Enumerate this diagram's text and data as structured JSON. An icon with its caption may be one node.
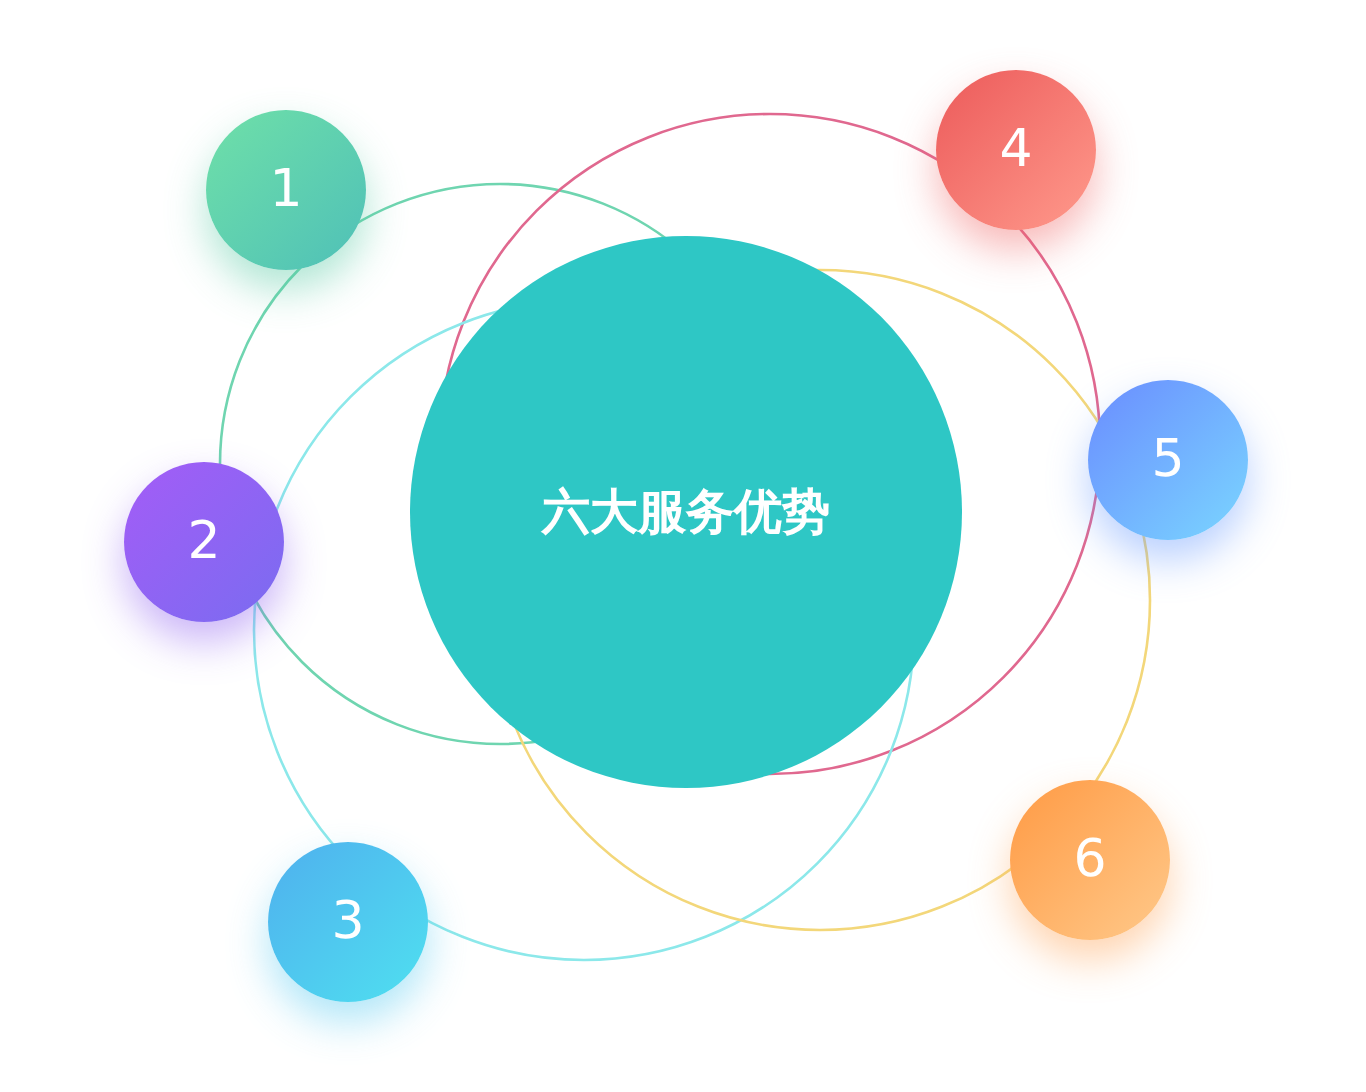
{
  "diagram": {
    "nodes": [
      {
        "text": [
          "六大服务优势"
        ]
      },
      {
        "text": [
          "1"
        ]
      },
      {
        "text": [
          "2"
        ]
      },
      {
        "text": [
          "3"
        ]
      },
      {
        "text": [
          "4"
        ]
      },
      {
        "text": [
          "5"
        ]
      },
      {
        "text": [
          "6"
        ]
      }
    ]
  }
}
